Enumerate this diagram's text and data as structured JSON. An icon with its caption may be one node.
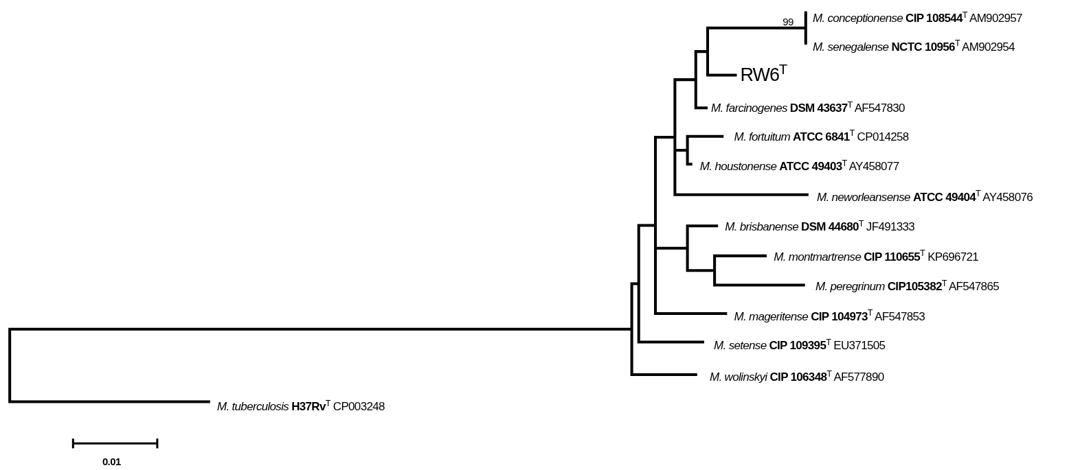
{
  "diagram": {
    "labels": [
      "99",
      "*M. conceptionense* **CIP 108544**$^{T}$ AM902957",
      "*M. senegalense* **NCTC 10956**$^{T}$ AM902954",
      "RW6$^{T}$",
      "*M. farcinogenes* **DSM 43637**$^{T}$ AF547830",
      "*M. fortuitum* **ATCC 6841**$^{T}$ CP014258",
      "*M. houstonense* **ATCC 49403**$^{T}$ AY458077",
      "*M. neworleansense* **ATCC 49404**$^{T}$ AY458076",
      "*M. brisbanense* **DSM 44680**$^{T}$ JF491333",
      "*M. montmartrense* **CIP 110655**$^{T}$ KP696721",
      "*M. peregrinum* **CIP105382**$^{T}$ AF547865",
      "*M. mageritense* **CIP 104973**$^{T}$ AF547853",
      "*M. setense* **CIP 109395**$^{T}$ EU371505",
      "*M. wolinskyi* **CIP 106348**$^{T}$ AF577890",
      "*M. tuberculosis* **H37Rv**$^{T}$ CP003248",
      "0.01"
    ]
  }
}
